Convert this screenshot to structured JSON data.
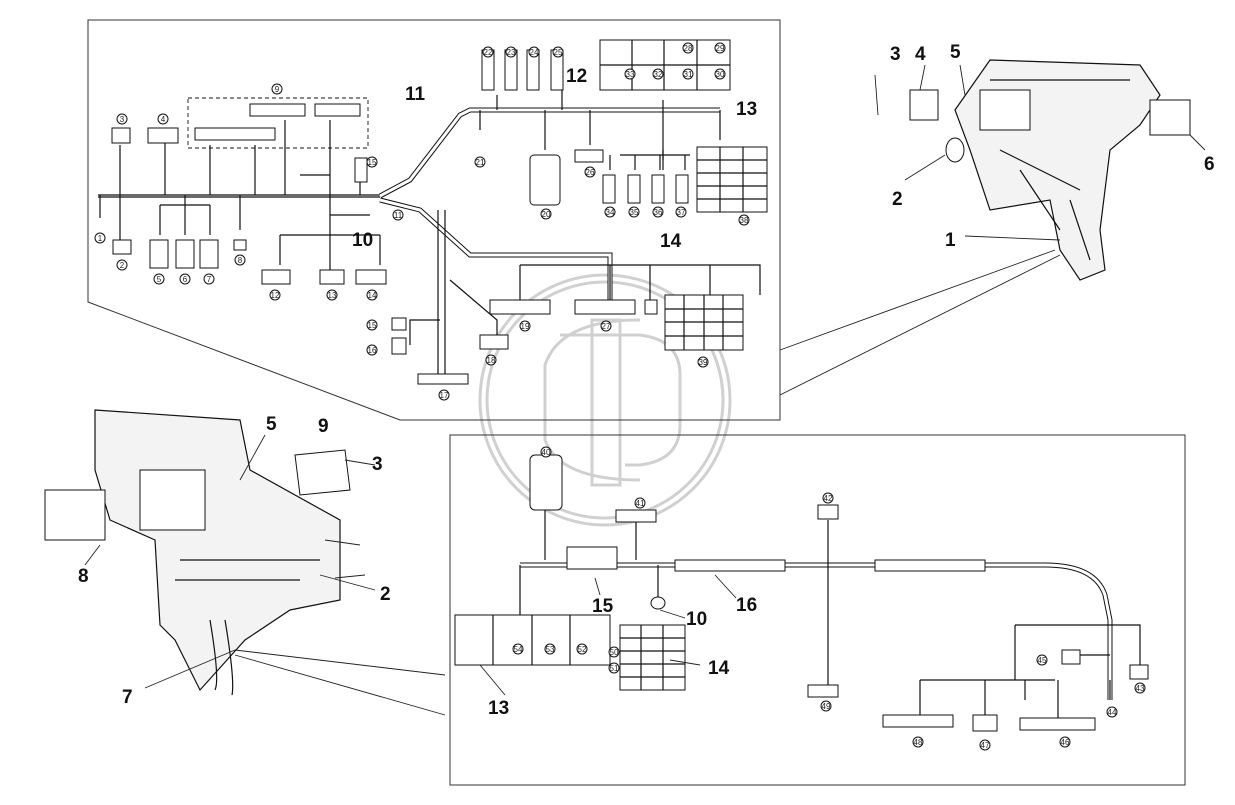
{
  "diagram": {
    "callouts_top_panel": [
      "11",
      "12",
      "13",
      "10",
      "14"
    ],
    "callouts_right_view": [
      "3",
      "4",
      "5",
      "6",
      "2",
      "1"
    ],
    "callouts_left_view": [
      "5",
      "9",
      "3",
      "8",
      "2",
      "7"
    ],
    "callouts_bottom_panel": [
      "15",
      "10",
      "16",
      "14",
      "13"
    ],
    "connectors_top": [
      "1",
      "2",
      "3",
      "4",
      "5",
      "6",
      "7",
      "8",
      "9",
      "11",
      "12",
      "13",
      "14",
      "15",
      "16",
      "17",
      "18",
      "19",
      "20",
      "21",
      "22",
      "23",
      "24",
      "25",
      "26",
      "27",
      "28",
      "29",
      "30",
      "31",
      "32",
      "33",
      "34",
      "35",
      "36",
      "37",
      "38",
      "39"
    ],
    "connectors_bottom": [
      "40",
      "41",
      "42",
      "43",
      "44",
      "45",
      "46",
      "47",
      "48",
      "49",
      "50",
      "51",
      "52",
      "53",
      "54"
    ]
  }
}
